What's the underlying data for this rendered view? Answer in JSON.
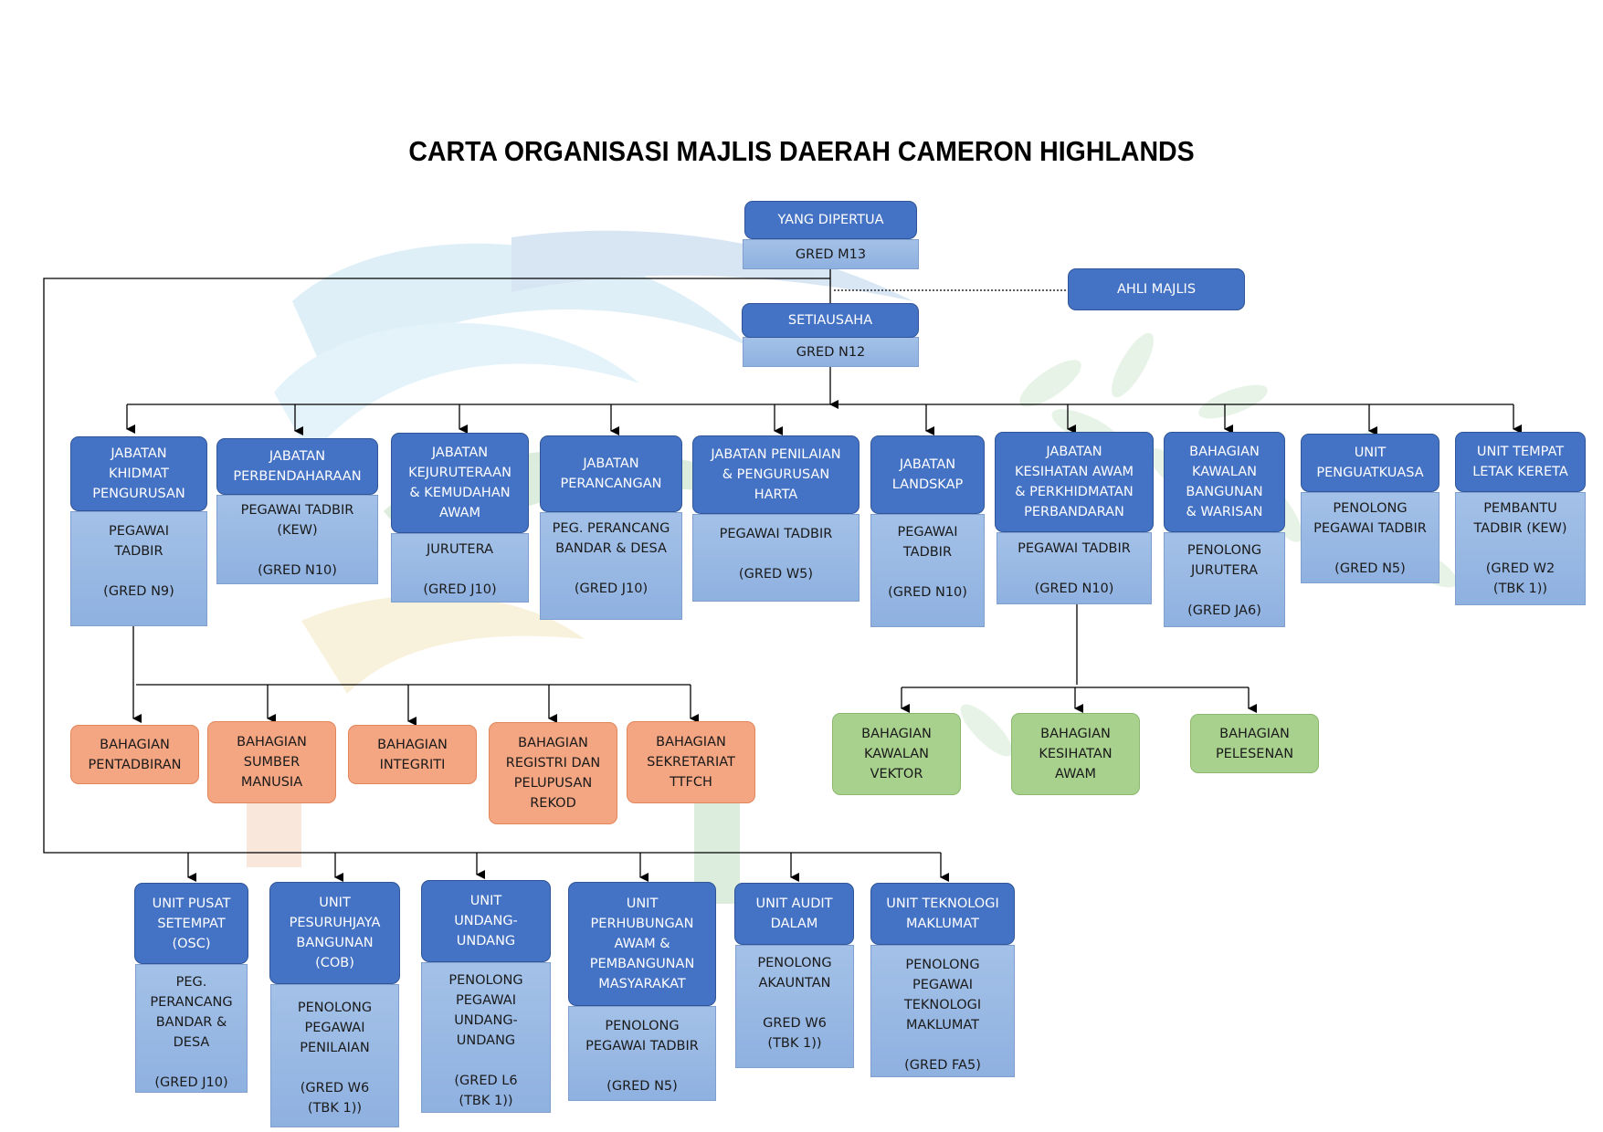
{
  "title": "CARTA ORGANISASI MAJLIS DAERAH CAMERON HIGHLANDS",
  "colors": {
    "head_blue": "#4472c4",
    "detail_blue": "#9dbbe6",
    "orange": "#f4a582",
    "green": "#a9d18e",
    "line": "#000000"
  },
  "top": {
    "dipertua": {
      "title": "YANG DIPERTUA",
      "grade": "GRED M13"
    },
    "ahli_majlis": {
      "title": "AHLI MAJLIS"
    },
    "setiausaha": {
      "title": "SETIAUSAHA",
      "grade": "GRED N12"
    }
  },
  "departments": [
    {
      "title": "JABATAN\nKHIDMAT\nPENGURUSAN",
      "detail": "PEGAWAI\nTADBIR\n\n(GRED N9)"
    },
    {
      "title": "JABATAN\nPERBENDAHARAAN",
      "detail": "PEGAWAI TADBIR\n(KEW)\n\n(GRED N10)"
    },
    {
      "title": "JABATAN\nKEJURUTERAAN\n& KEMUDAHAN\nAWAM",
      "detail": "JURUTERA\n\n(GRED J10)"
    },
    {
      "title": "JABATAN\nPERANCANGAN",
      "detail": "PEG. PERANCANG\nBANDAR & DESA\n\n(GRED J10)"
    },
    {
      "title": "JABATAN PENILAIAN\n& PENGURUSAN\nHARTA",
      "detail": "PEGAWAI TADBIR\n\n(GRED W5)"
    },
    {
      "title": "JABATAN\nLANDSKAP",
      "detail": "PEGAWAI\nTADBIR\n\n(GRED N10)"
    },
    {
      "title": "JABATAN\nKESIHATAN AWAM\n& PERKHIDMATAN\nPERBANDARAN",
      "detail": "PEGAWAI TADBIR\n\n(GRED N10)"
    },
    {
      "title": "BAHAGIAN\nKAWALAN\nBANGUNAN\n& WARISAN",
      "detail": "PENOLONG\nJURUTERA\n\n(GRED JA6)"
    },
    {
      "title": "UNIT\nPENGUATKUASA",
      "detail": "PENOLONG\nPEGAWAI TADBIR\n\n(GRED N5)"
    },
    {
      "title": "UNIT TEMPAT\nLETAK KERETA",
      "detail": "PEMBANTU\nTADBIR (KEW)\n\n(GRED W2\n(TBK 1))"
    }
  ],
  "khidmat_sections": [
    "BAHAGIAN\nPENTADBIRAN",
    "BAHAGIAN\nSUMBER\nMANUSIA",
    "BAHAGIAN\nINTEGRITI",
    "BAHAGIAN\nREGISTRI DAN\nPELUPUSAN\nREKOD",
    "BAHAGIAN\nSEKRETARIAT\nTTFCH"
  ],
  "kesihatan_sections": [
    "BAHAGIAN\nKAWALAN\nVEKTOR",
    "BAHAGIAN\nKESIHATAN\nAWAM",
    "BAHAGIAN\nPELESENAN"
  ],
  "units": [
    {
      "title": "UNIT PUSAT\nSETEMPAT\n(OSC)",
      "detail": "PEG.\nPERANCANG\nBANDAR &\nDESA\n\n(GRED J10)"
    },
    {
      "title": "UNIT\nPESURUHJAYA\nBANGUNAN\n(COB)",
      "detail": "PENOLONG\nPEGAWAI\nPENILAIAN\n\n(GRED W6\n(TBK 1))"
    },
    {
      "title": "UNIT\nUNDANG-\nUNDANG",
      "detail": "PENOLONG\nPEGAWAI\nUNDANG-\nUNDANG\n\n(GRED L6\n(TBK 1))"
    },
    {
      "title": "UNIT\nPERHUBUNGAN\nAWAM &\nPEMBANGUNAN\nMASYARAKAT",
      "detail": "PENOLONG\nPEGAWAI TADBIR\n\n(GRED N5)"
    },
    {
      "title": "UNIT AUDIT\nDALAM",
      "detail": "PENOLONG\nAKAUNTAN\n\nGRED W6\n(TBK 1))"
    },
    {
      "title": "UNIT TEKNOLOGI\nMAKLUMAT",
      "detail": "PENOLONG\nPEGAWAI\nTEKNOLOGI\nMAKLUMAT\n\n(GRED FA5)"
    }
  ]
}
